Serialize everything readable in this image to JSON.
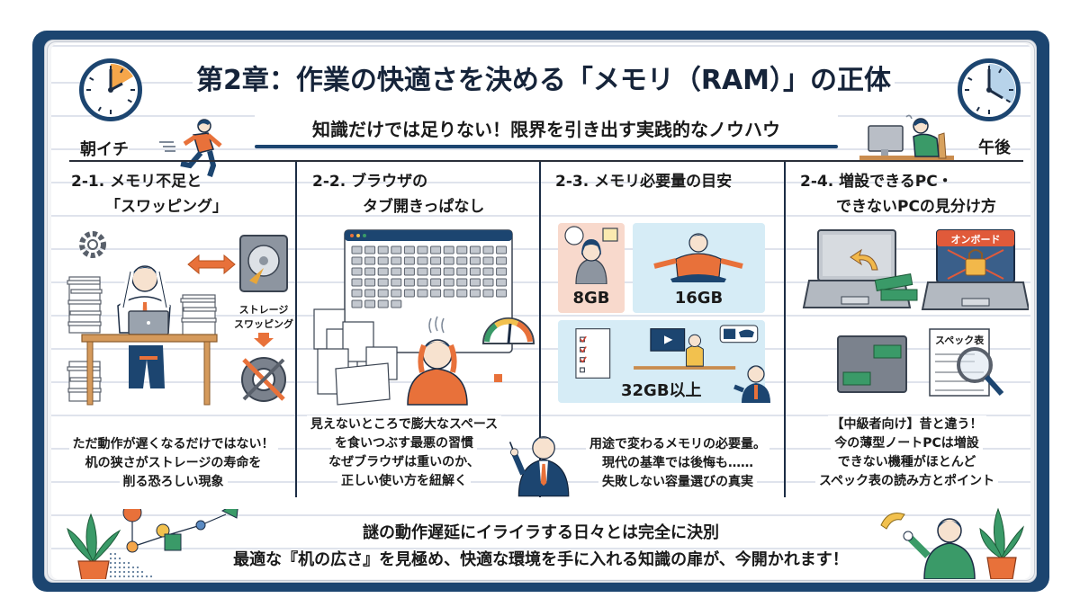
{
  "header": {
    "title": "第2章：作業の快適さを決める「メモリ（RAM）」の正体",
    "subtitle": "知識だけでは足りない！限界を引き出す実践的なノウハウ",
    "morning_label": "朝イチ",
    "afternoon_label": "午後"
  },
  "sections": [
    {
      "heading_line1": "2-1. メモリ不足と",
      "heading_line2": "「スワッピング」",
      "illustration_labels": [
        "ストレージ",
        "スワッピング"
      ],
      "description": [
        "ただ動作が遅くなるだけではない！",
        "机の狭さがストレージの寿命を",
        "削る恐ろしい現象"
      ]
    },
    {
      "heading_line1": "2-2. ブラウザの",
      "heading_line2": "タブ開きっぱなし",
      "description": [
        "見えないところで膨大なスペース",
        "を食いつぶす最悪の習慣",
        "なぜブラウザは重いのか、",
        "正しい使い方を紐解く"
      ]
    },
    {
      "heading_line1": "2-3. メモリ必要量の目安",
      "heading_line2": "",
      "memory_tiers": [
        "8GB",
        "16GB",
        "32GB以上"
      ],
      "description": [
        "用途で変わるメモリの必要量。",
        "現代の基準では後悔も……",
        "失敗しない容量選びの真実"
      ]
    },
    {
      "heading_line1": "2-4. 増設できるPC・",
      "heading_line2": "できないPCの見分け方",
      "illustration_labels": [
        "オンボード",
        "スペック表"
      ],
      "description": [
        "【中級者向け】昔と違う！",
        "今の薄型ノートPCは増設",
        "できない機種がほとんど",
        "スペック表の読み方とポイント"
      ]
    }
  ],
  "footer": {
    "line1": "謎の動作遅延にイライラする日々とは完全に決別",
    "line2": "最適な『机の広さ』を見極め、快適な環境を手に入れる知識の扉が、今開かれます！"
  },
  "colors": {
    "navy": "#1c4570",
    "orange": "#e8713a",
    "green": "#3a9a68",
    "yellow": "#f2c14e",
    "light_blue": "#d6ecf6",
    "light_peach": "#f8d9cc",
    "red_badge": "#e05a3a"
  }
}
